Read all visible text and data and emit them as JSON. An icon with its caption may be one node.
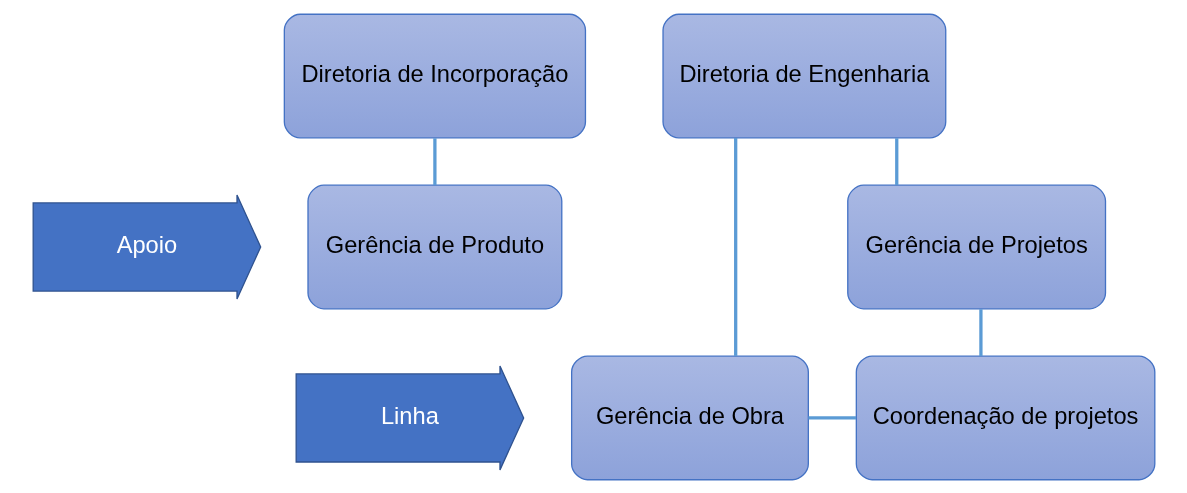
{
  "diagram": {
    "nodes": [
      {
        "text": [
          "Diretoria de Incorporação"
        ]
      },
      {
        "text": [
          "Gerência de Produto"
        ]
      },
      {
        "text": [
          "Diretoria de Engenharia"
        ]
      },
      {
        "text": [
          "Gerência de Projetos"
        ]
      },
      {
        "text": [
          "Gerência de Obra"
        ]
      },
      {
        "text": [
          "Coordenação de projetos"
        ]
      },
      {
        "text": [
          "Apoio"
        ]
      },
      {
        "text": [
          "Linha"
        ]
      }
    ],
    "edges": [
      {
        "from": 0,
        "to": 1,
        "arrow": "none"
      },
      {
        "from": 2,
        "to": 4,
        "arrow": "none"
      },
      {
        "from": 2,
        "to": 3,
        "arrow": "none"
      },
      {
        "from": 3,
        "to": 5,
        "arrow": "none"
      },
      {
        "from": 4,
        "to": 5,
        "arrow": "none"
      }
    ]
  }
}
